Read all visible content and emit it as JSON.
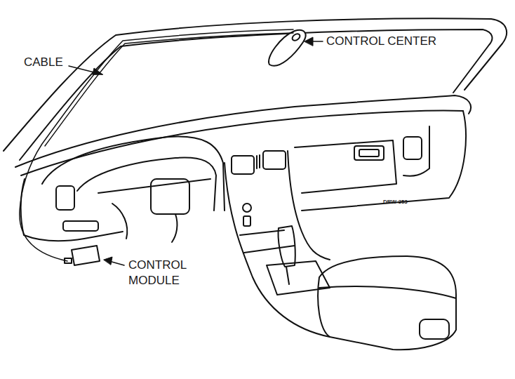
{
  "diagram": {
    "labels": [
      "CABLE",
      "CONTROL CENTER",
      "CONTROL MODULE",
      "DRW-353"
    ]
  }
}
